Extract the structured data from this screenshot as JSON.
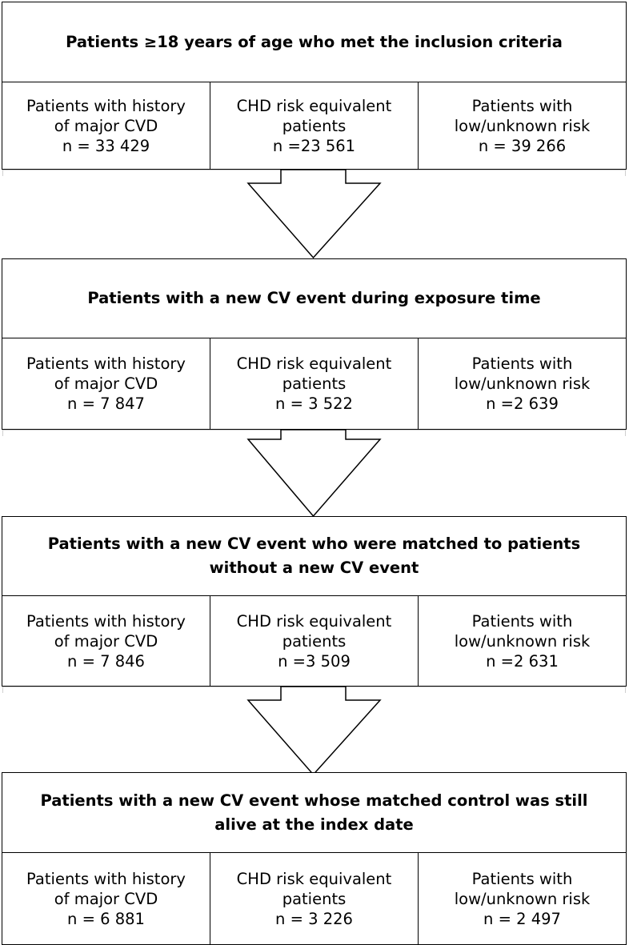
{
  "stages": [
    {
      "title": "Patients ≥18 years of age who met the inclusion criteria",
      "groups": [
        {
          "lines": [
            "Patients with history",
            "of major CVD"
          ],
          "n": "n = 33 429"
        },
        {
          "lines": [
            "CHD risk equivalent",
            "patients"
          ],
          "n": "n =23 561"
        },
        {
          "lines": [
            "Patients with",
            "low/unknown risk"
          ],
          "n": "n = 39 266"
        }
      ]
    },
    {
      "title": "Patients with a new CV event during exposure time",
      "groups": [
        {
          "lines": [
            "Patients with history",
            "of major CVD"
          ],
          "n": "n = 7 847"
        },
        {
          "lines": [
            "CHD risk equivalent",
            "patients"
          ],
          "n": "n = 3 522"
        },
        {
          "lines": [
            "Patients with",
            "low/unknown risk"
          ],
          "n": "n =2 639"
        }
      ]
    },
    {
      "title": "Patients with a new CV event who were matched to patients without a new CV event",
      "groups": [
        {
          "lines": [
            "Patients with history",
            "of major CVD"
          ],
          "n": "n = 7 846"
        },
        {
          "lines": [
            "CHD risk equivalent",
            "patients"
          ],
          "n": "n =3 509"
        },
        {
          "lines": [
            "Patients with",
            "low/unknown risk"
          ],
          "n": "n =2 631"
        }
      ]
    },
    {
      "title": "Patients with a new CV event whose matched control was still alive at the index date",
      "groups": [
        {
          "lines": [
            "Patients with history",
            "of major CVD"
          ],
          "n": "n = 6 881"
        },
        {
          "lines": [
            "CHD risk equivalent",
            "patients"
          ],
          "n": "n = 3 226"
        },
        {
          "lines": [
            "Patients with",
            "low/unknown risk"
          ],
          "n": "n = 2 497"
        }
      ]
    }
  ]
}
